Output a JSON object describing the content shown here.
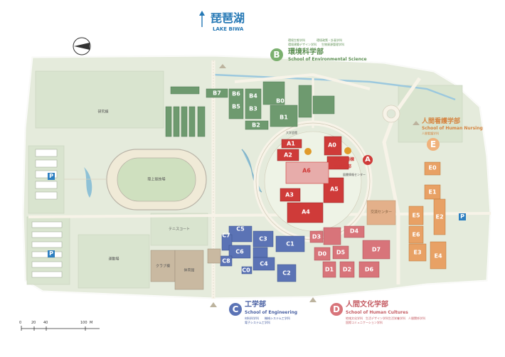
{
  "north": {
    "lake_jp": "琵琶湖",
    "lake_en": "LAKE BIWA"
  },
  "colors": {
    "ground": "#dfe7d8",
    "road": "#f5f1e6",
    "env": "#6e9a6f",
    "eng": "#5b73b5",
    "hum": "#d8747a",
    "nursing": "#e8a165",
    "central": "#cf3b39",
    "gray": "#b9b3a7"
  },
  "schools": {
    "env": {
      "letter": "B",
      "name_jp": "環境科学部",
      "name_en": "School of Environmental Science",
      "depts": [
        "環境生態学科",
        "環境政策・計画学科",
        "環境建築デザイン学科",
        "生物資源管理学科"
      ]
    },
    "eng": {
      "letter": "C",
      "name_jp": "工学部",
      "name_en": "School of Engineering",
      "depts": [
        "材料科学科",
        "機械システム工学科",
        "電子システム工学科"
      ]
    },
    "hum": {
      "letter": "D",
      "name_jp": "人間文化学部",
      "name_en": "School of Human Cultures",
      "depts": [
        "地域文化学科",
        "生活デザイン学科",
        "生活栄養学科",
        "人間関係学科",
        "国際コミュニケーション学科"
      ]
    },
    "nur": {
      "letter": "E",
      "name_jp": "人間看護学部",
      "name_en": "School of Human Nursing",
      "depts": [
        "人間看護学科"
      ]
    }
  },
  "central": {
    "letter": "A",
    "label_line1": "共通講義棟",
    "label_line2": "大学本部"
  },
  "buildings": {
    "B": [
      "B0",
      "B1",
      "B2",
      "B3",
      "B4",
      "B5",
      "B6",
      "B7"
    ],
    "A": [
      "A0",
      "A1",
      "A2",
      "A3",
      "A4",
      "A5",
      "A6"
    ],
    "C": [
      "C0",
      "C1",
      "C2",
      "C3",
      "C4",
      "C5",
      "C6",
      "C7",
      "C8"
    ],
    "D": [
      "D0",
      "D1",
      "D2",
      "D3",
      "D4",
      "D5",
      "D6",
      "D7"
    ],
    "E": [
      "E0",
      "E1",
      "E2",
      "E3",
      "E4",
      "E5",
      "E6"
    ]
  },
  "place_labels": {
    "lab_center": "交流センター",
    "track": "陸上競技場",
    "tennis": "テニスコート",
    "club": "クラブ棟",
    "gym": "体育館",
    "parking": "P",
    "hall": "研究棟",
    "field": "運動場",
    "cafeteria": "大学会館",
    "library": "図書情報センター"
  },
  "scale": {
    "ticks": [
      "0",
      "20",
      "40",
      "100"
    ],
    "unit": "M"
  }
}
